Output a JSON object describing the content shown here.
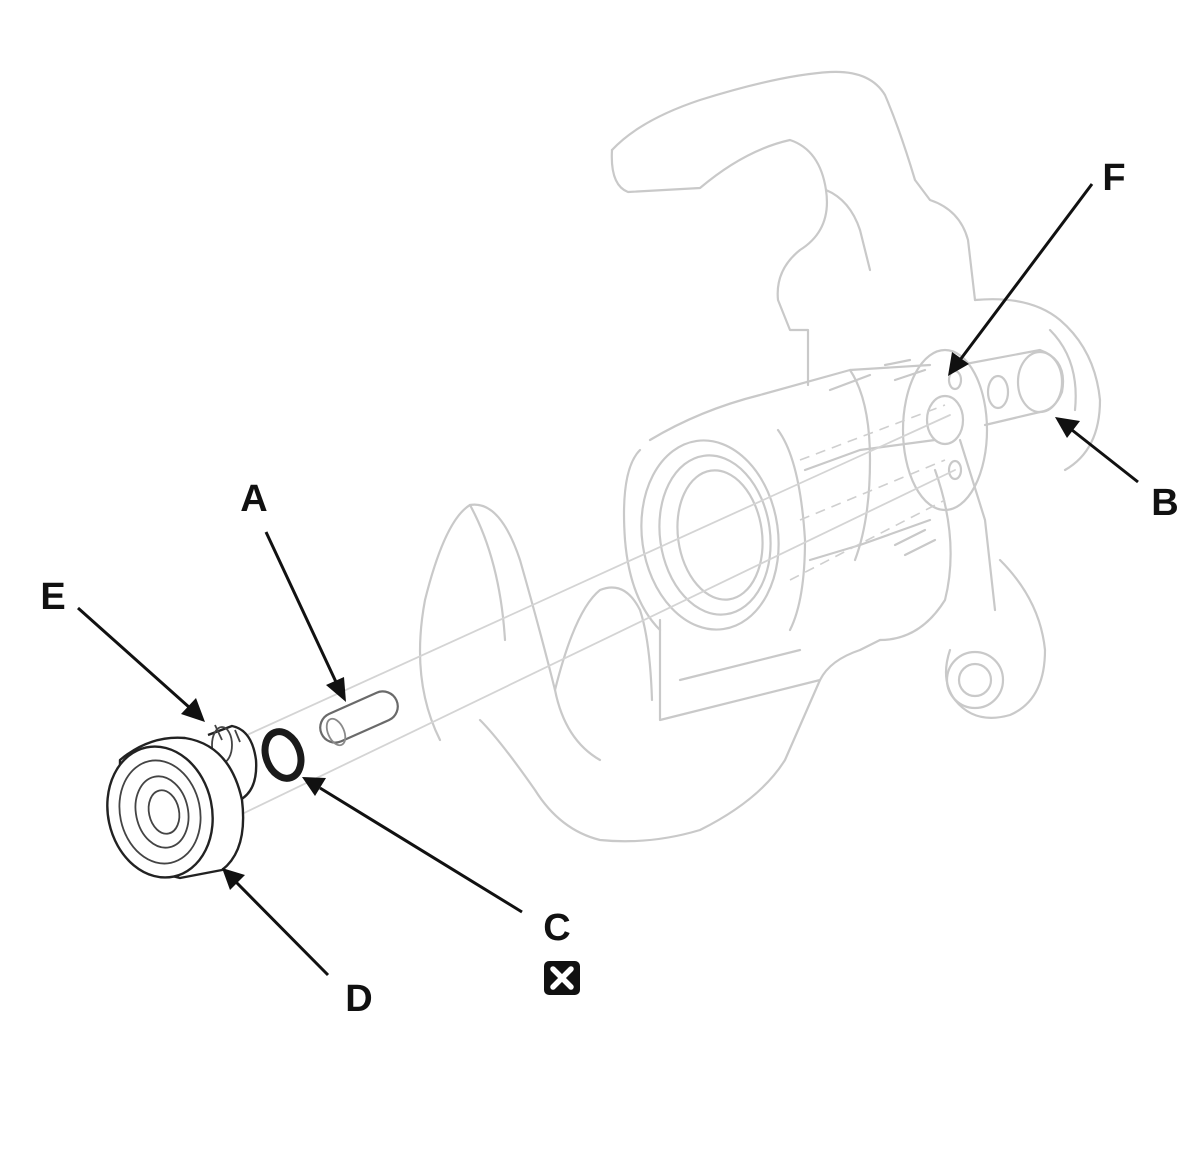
{
  "diagram": {
    "callouts": {
      "a": "A",
      "b": "B",
      "c": "C",
      "d": "D",
      "e": "E",
      "f": "F"
    },
    "icons": {
      "c_marker": "do-not-reuse-x-icon"
    },
    "colors": {
      "ink": "#111111",
      "ghost": "#c9c9c9",
      "background": "#ffffff"
    }
  }
}
